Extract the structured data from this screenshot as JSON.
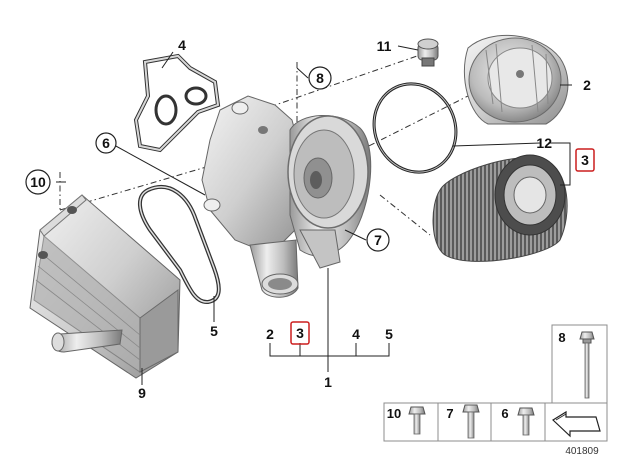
{
  "diagram": {
    "callouts": {
      "p1": "1",
      "p2": "2",
      "p3_filter": "3",
      "p3_bottom": "3",
      "p4_top": "4",
      "p4_bottom": "4",
      "p5_gasket": "5",
      "p5_bottom": "5",
      "p6": "6",
      "p7": "7",
      "p8": "8",
      "p9": "9",
      "p10": "10",
      "p11": "11",
      "p12": "12"
    },
    "legend": {
      "bolt8": "8",
      "bolt10": "10",
      "bolt7": "7",
      "bolt6": "6"
    },
    "diagram_id": "401809",
    "colors": {
      "highlight_box": "#cc1f1f",
      "metal_light": "#e6e6e6",
      "metal_mid": "#b8b8b8",
      "metal_dark": "#7e7e7e",
      "legend_border": "#8c8c8c"
    },
    "icons": [
      "oil-filter-housing-icon",
      "oil-filter-cap-icon",
      "oil-filter-element-icon",
      "oil-cooler-icon",
      "gasket-icon",
      "o-ring-icon",
      "bolt-icon",
      "plug-icon",
      "orientation-arrow-icon"
    ]
  }
}
